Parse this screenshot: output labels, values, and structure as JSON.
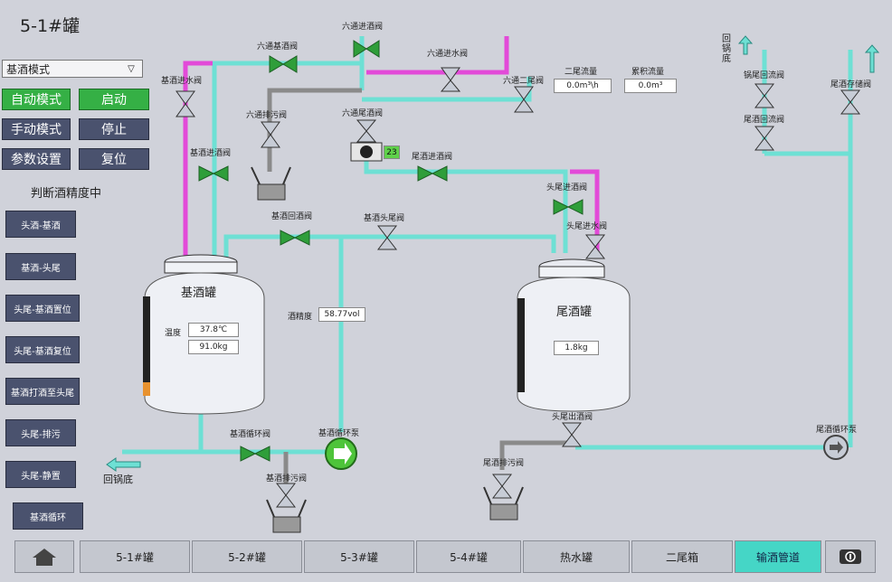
{
  "title": "5-1#罐",
  "mode_select": {
    "value": "基酒模式"
  },
  "buttons": {
    "auto": "自动模式",
    "start": "启动",
    "manual": "手动模式",
    "stop": "停止",
    "params": "参数设置",
    "reset": "复位"
  },
  "status": "判断酒精度中",
  "side_buttons": [
    "头酒-基酒",
    "基酒-头尾",
    "头尾-基酒置位",
    "头尾-基酒复位",
    "基酒打酒至头尾",
    "头尾-排污",
    "头尾-静置",
    "基酒循环"
  ],
  "valves": {
    "base_inlet": "基酒进水阀",
    "six_base": "六通基酒阀",
    "six_in": "六通进酒阀",
    "six_water": "六通进水阀",
    "six_erwei": "六通二尾阀",
    "six_drain": "六通排污阀",
    "six_tail": "六通尾酒阀",
    "base_in": "基酒进酒阀",
    "tail_in": "尾酒进酒阀",
    "ht_in": "头尾进酒阀",
    "ht_water": "头尾进水阀",
    "base_return": "基酒回酒阀",
    "base_ht": "基酒头尾阀",
    "base_loop": "基酒循环阀",
    "base_pump": "基酒循环泵",
    "base_drain": "基酒排污阀",
    "ht_out": "头尾出酒阀",
    "tail_drain": "尾酒排污阀",
    "tail_pump": "尾酒循环泵",
    "tail_store": "尾酒存储阀",
    "pot_return1": "锅尾回流阀",
    "pot_return2": "尾酒回流阀"
  },
  "flow": {
    "label": "二尾流量",
    "value": "0.0m³\\h"
  },
  "total": {
    "label": "累积流量",
    "value": "0.0m³"
  },
  "six_counter": "23",
  "base_tank": {
    "name": "基酒罐",
    "temp_label": "温度",
    "temp": "37.8℃",
    "weight": "91.0kg",
    "level": 0.14
  },
  "tail_tank": {
    "name": "尾酒罐",
    "weight": "1.8kg"
  },
  "alcohol": {
    "label": "酒精度",
    "value": "58.77vol"
  },
  "return_pot": "回锅底",
  "return_side": "回锅底",
  "tabs": [
    "5-1#罐",
    "5-2#罐",
    "5-3#罐",
    "5-4#罐",
    "热水罐",
    "二尾箱",
    "输酒管道"
  ],
  "colors": {
    "water": "#6ee0d4",
    "alcohol": "#e24ad8",
    "drain": "#8a8a8a",
    "valve": "#2f9e3a",
    "active_tab": "#45d6c6"
  }
}
